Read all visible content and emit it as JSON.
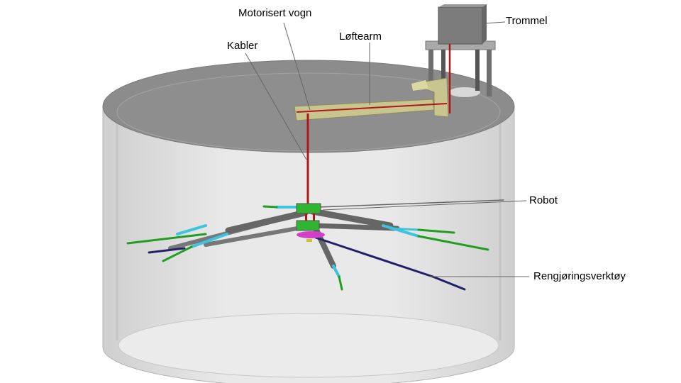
{
  "labels": {
    "motorized_carriage": "Motorisert vogn",
    "lifting_arm": "Løftearm",
    "drum": "Trommel",
    "cables": "Kabler",
    "robot": "Robot",
    "cleaning_tool": "Rengjøringsverktøy"
  },
  "colors": {
    "tank_top": "#8c8c8c",
    "tank_wall": "#dcdcdc",
    "arm": "#c9c58e",
    "cable": "#b01818",
    "robot_body": "#2fb52f",
    "tool_cyan": "#3ec3df",
    "tool_green": "#1f9e1f",
    "tool_navy": "#22226a",
    "brush": "#d23fc8"
  }
}
